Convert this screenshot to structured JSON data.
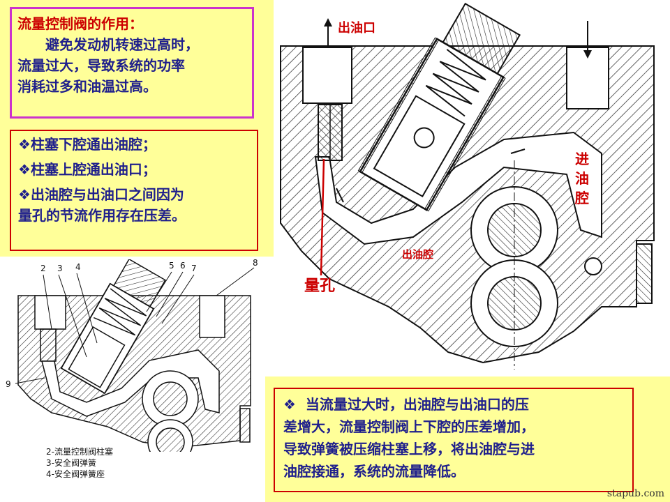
{
  "purpose": {
    "title": "流量控制阀的作用：",
    "lines": [
      "避免发动机转速过高时，",
      "流量过大，导致系统的功率",
      "消耗过多和油温过高。"
    ]
  },
  "channels": {
    "bullet": "❖",
    "items": [
      "柱塞下腔通出油腔；",
      "柱塞上腔通出油口；",
      "出油腔与出油口之间因为",
      "量孔的节流作用存在压差。"
    ]
  },
  "excess": {
    "bullet": "❖",
    "lines": [
      "当流量过大时，出油腔与出油口的压",
      "差增大，流量控制阀上下腔的压差增加，",
      "导致弹簧被压缩柱塞上移，将出油腔与进",
      "油腔接通，系统的流量降低。"
    ]
  },
  "main_diagram": {
    "outlet_label": "出油口",
    "inlet_label": [
      "进",
      "油",
      "腔"
    ],
    "outlet_chamber_label": "出油腔",
    "orifice_label": "量孔"
  },
  "small_diagram": {
    "numbers": [
      "2",
      "3",
      "4",
      "5",
      "6",
      "7",
      "8",
      "9"
    ],
    "legend": [
      "2-流量控制阀柱塞",
      "3-安全阀弹簧",
      "4-安全阀弹簧座"
    ]
  },
  "watermark": "stapub.com",
  "colors": {
    "text_blue": "#1f1f8c",
    "label_red": "#cc0000",
    "panel_yellow": "#ffff99",
    "purple_border": "#cc33cc"
  }
}
